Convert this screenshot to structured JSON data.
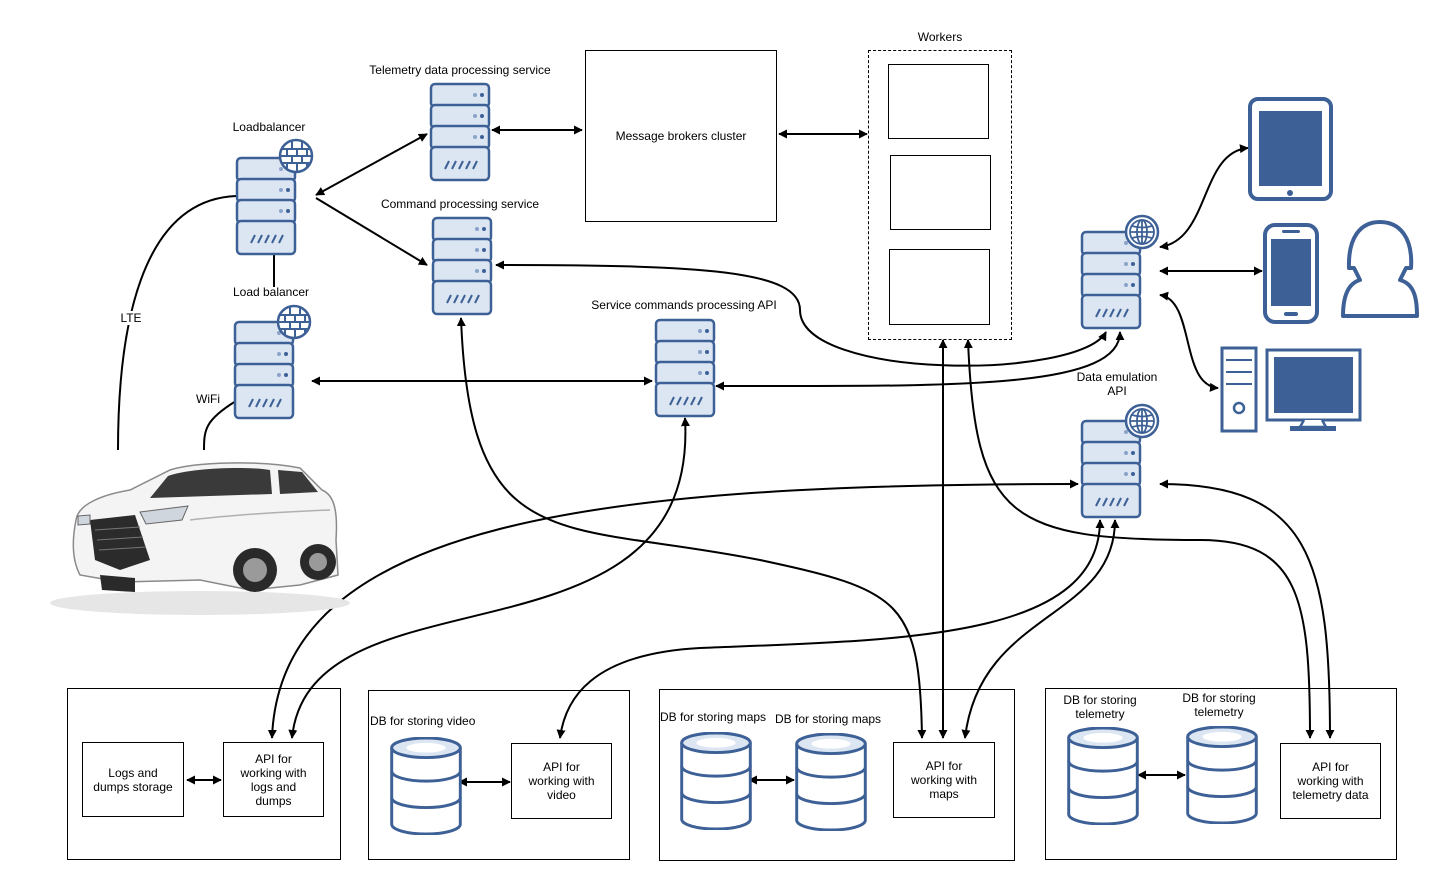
{
  "title": "",
  "nodes": {
    "loadbalancer_lte": {
      "label": "Loadbalancer"
    },
    "loadbalancer_wifi": {
      "label": "Load balancer"
    },
    "telemetry_service": {
      "label": "Telemetry data processing service"
    },
    "command_service": {
      "label": "Command processing service"
    },
    "message_brokers": {
      "label": "Message brokers cluster"
    },
    "workers": {
      "label": "Workers"
    },
    "service_commands_api": {
      "label": "Service commands processing API"
    },
    "data_emulation_api": {
      "label": "Data emulation\nAPI"
    },
    "client_server": {
      "label": ""
    }
  },
  "edge_labels": {
    "lte": "LTE",
    "wifi": "WiFi"
  },
  "groups": {
    "logs": {
      "storage": "Logs and\ndumps storage",
      "api": "API for\nworking with\nlogs and\ndumps"
    },
    "video": {
      "db": "DB for storing video",
      "api": "API for\nworking with\nvideo"
    },
    "maps": {
      "db1": "DB for storing maps",
      "db2": "DB for storing maps",
      "api": "API for\nworking with\nmaps"
    },
    "telemetry": {
      "db1": "DB for storing\ntelemetry",
      "db2": "DB for storing\ntelemetry",
      "api": "API for\nworking with\ntelemetry data"
    }
  },
  "icons": {
    "server": "server-icon",
    "firewall": "firewall-icon",
    "globe": "globe-icon",
    "database": "database-icon",
    "car": "car-icon",
    "tablet": "tablet-icon",
    "phone": "phone-icon",
    "user": "user-icon",
    "desktop": "desktop-icon"
  },
  "colors": {
    "icon_stroke": "#3d6096",
    "icon_fill": "#dce6f2",
    "icon_solid": "#3d6096",
    "line": "#000000"
  }
}
